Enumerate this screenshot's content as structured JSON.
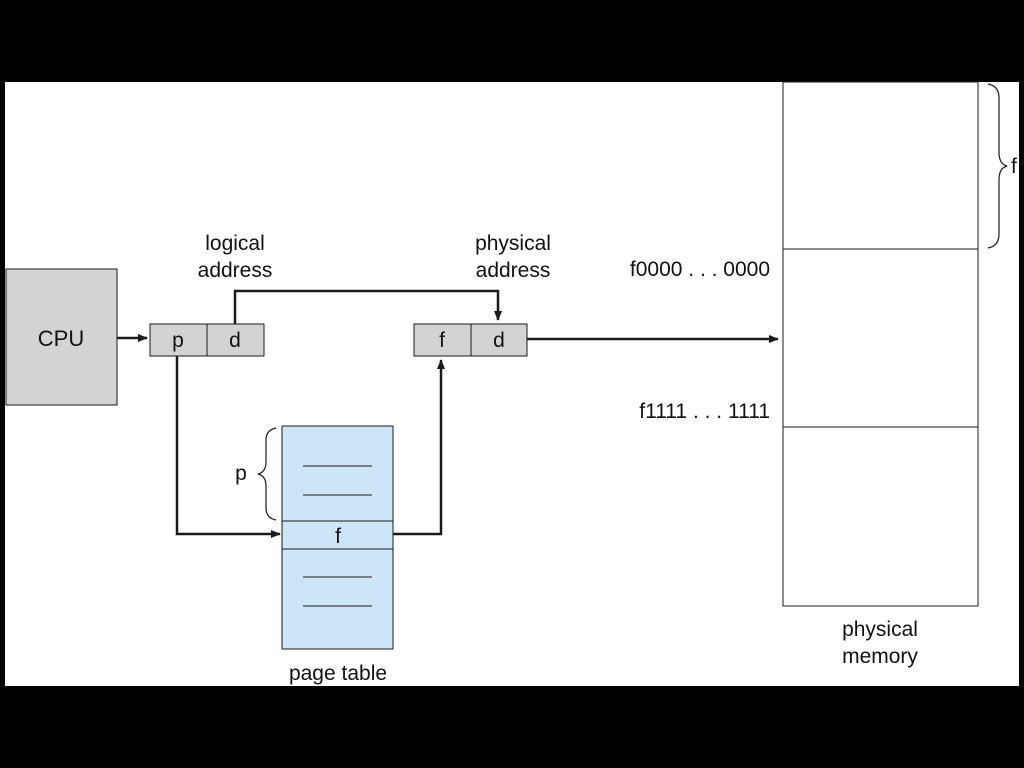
{
  "colors": {
    "background": "#000000",
    "panel": "#ffffff",
    "box_gray": "#d3d3d3",
    "page_table_fill": "#cce6f8",
    "stroke": "#1a1a1a"
  },
  "cpu": {
    "label": "CPU"
  },
  "logical_address": {
    "label_line1": "logical",
    "label_line2": "address",
    "field_page": "p",
    "field_offset": "d"
  },
  "physical_address": {
    "label_line1": "physical",
    "label_line2": "address",
    "field_frame": "f",
    "field_offset": "d"
  },
  "page_table": {
    "label": "page table",
    "index_label": "p",
    "entry_label": "f"
  },
  "physical_memory": {
    "label_line1": "physical",
    "label_line2": "memory",
    "frame_label": "f",
    "frame_start": "f0000 . . . 0000",
    "frame_end": "f1111 . . . 1111"
  }
}
